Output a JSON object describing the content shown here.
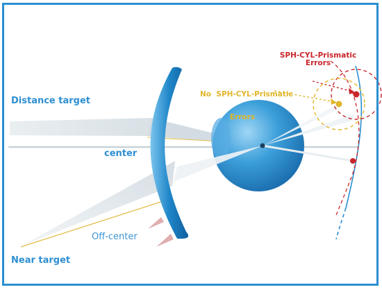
{
  "labels": {
    "distance_target": "Distance target",
    "center": "center",
    "off_center": "Off-center",
    "near_target": "Near target",
    "sph_cyl_errors": [
      "SPH-CYL-Prismatic",
      "Errors"
    ],
    "no_sph_cyl_errors": [
      "No  SPH-CYL-Prismatic",
      "Errors"
    ]
  },
  "colors": {
    "frame": "#2a8fd0",
    "label_blue": "#2e8fd2",
    "error_red": "#c8262b",
    "no_error_yellow": "#e0b62a",
    "lens_blue": "#1f86c8",
    "eye_blue": "#2a8fc9"
  }
}
